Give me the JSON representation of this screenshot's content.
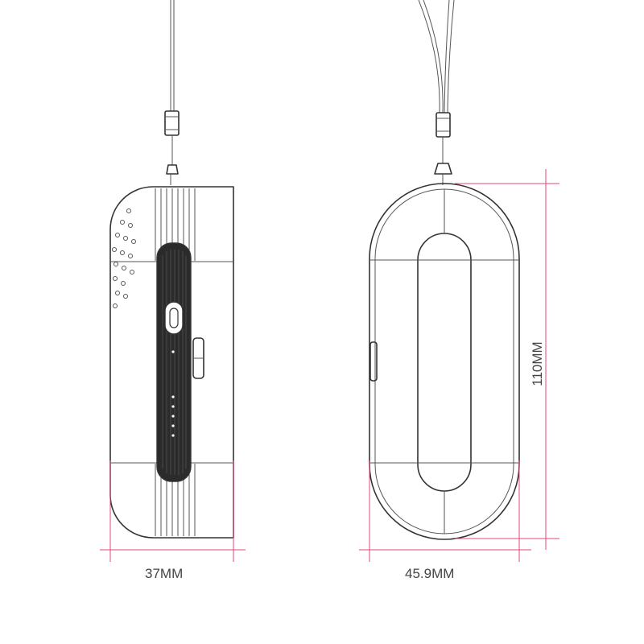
{
  "dimensions": {
    "side_width": "37MM",
    "front_width": "45.9MM",
    "height": "110MM"
  },
  "colors": {
    "outline": "#333333",
    "dimension_line": "#e0457f",
    "label_text": "#444444",
    "background": "#ffffff"
  }
}
